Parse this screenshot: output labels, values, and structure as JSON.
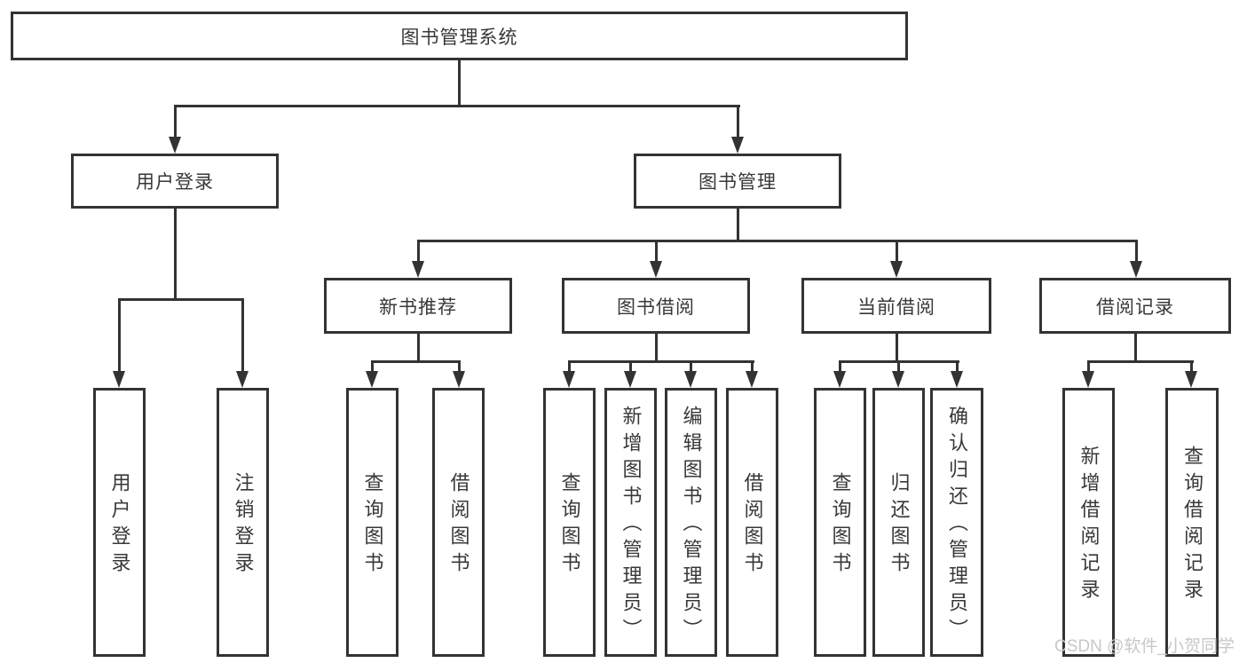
{
  "root_label": "图书管理系统",
  "level2": {
    "user_login": "用户登录",
    "book_mgmt": "图书管理"
  },
  "level3": {
    "new_books": "新书推荐",
    "borrowing": "图书借阅",
    "current": "当前借阅",
    "records": "借阅记录"
  },
  "leaves": {
    "user_login": [
      "用户登录",
      "注销登录"
    ],
    "new_books": [
      "查询图书",
      "借阅图书"
    ],
    "borrowing": [
      "查询图书",
      "新增图书（管理员）",
      "编辑图书（管理员）",
      "借阅图书"
    ],
    "current": [
      "查询图书",
      "归还图书",
      "确认归还（管理员）"
    ],
    "records": [
      "新增借阅记录",
      "查询借阅记录"
    ]
  },
  "watermark": "CSDN @软件_小贺同学",
  "colors": {
    "bg": "#ffffff",
    "line": "#333333",
    "text": "#383838",
    "watermark": "#c8c8c8"
  }
}
